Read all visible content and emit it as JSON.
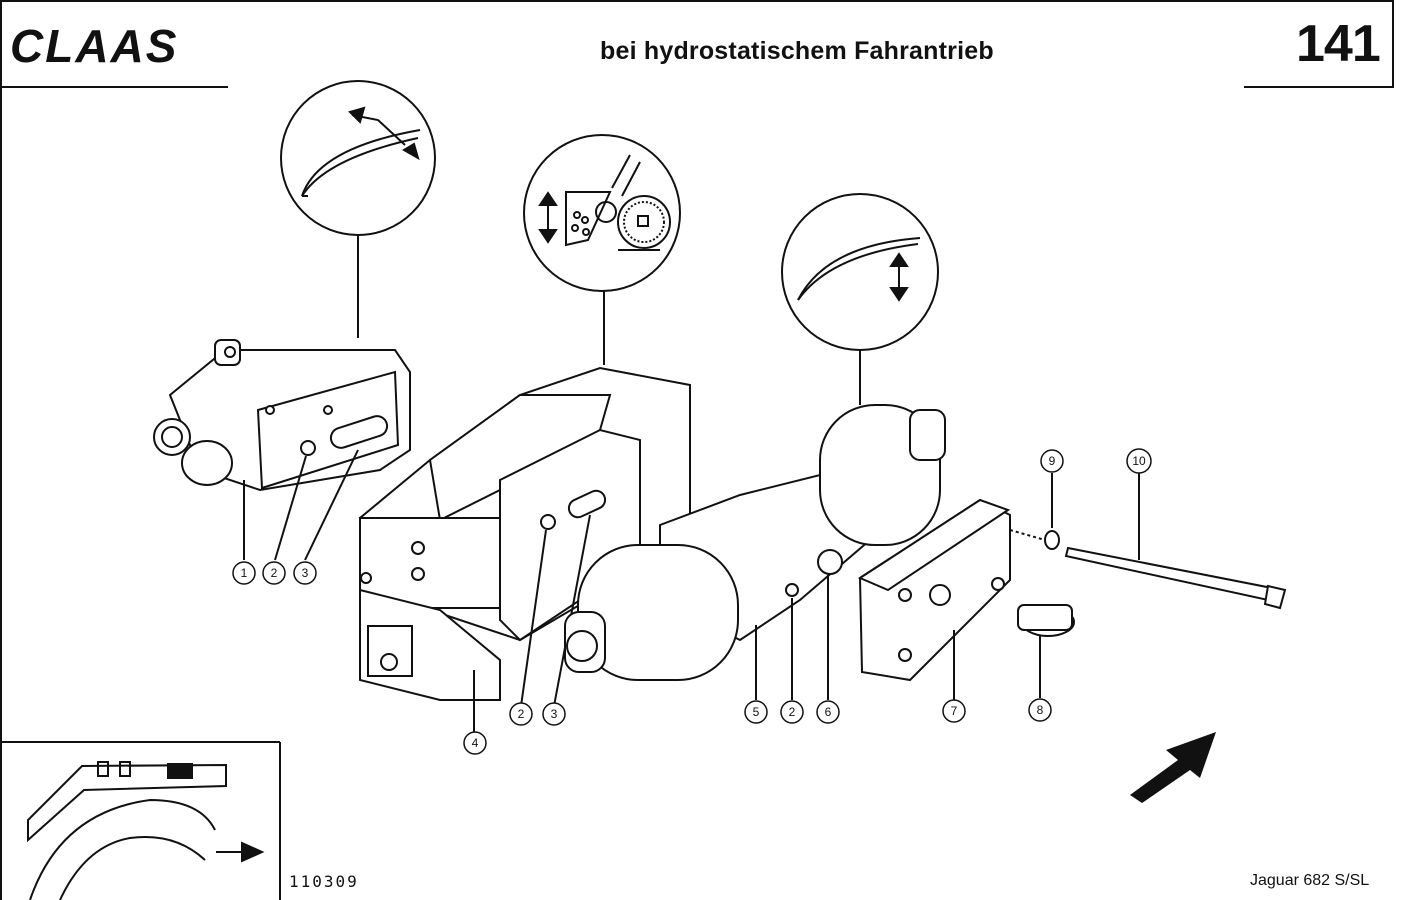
{
  "header": {
    "brand": "CLAAS",
    "title": "bei hydrostatischem Fahrantrieb",
    "page_number": "141"
  },
  "footer": {
    "drawing_number": "110309",
    "model": "Jaguar 682 S/SL"
  },
  "callouts": [
    "1",
    "2",
    "3",
    "4",
    "2",
    "3",
    "5",
    "2",
    "6",
    "7",
    "8",
    "9",
    "10"
  ]
}
